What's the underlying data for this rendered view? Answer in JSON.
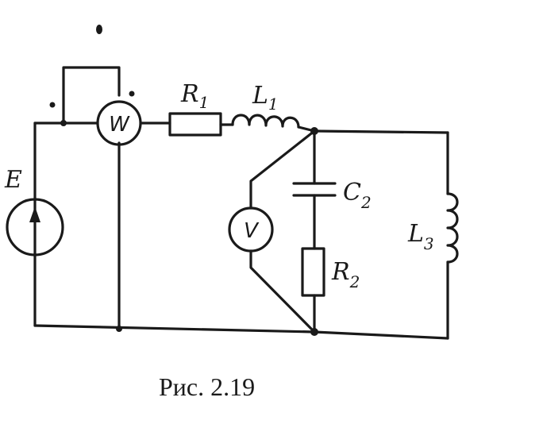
{
  "diagram": {
    "caption": "Рис. 2.19",
    "source": {
      "symbol": "E"
    },
    "wattmeter": {
      "symbol": "W"
    },
    "voltmeter": {
      "symbol": "V"
    },
    "components": {
      "R1": {
        "letter": "R",
        "index": "1"
      },
      "L1": {
        "letter": "L",
        "index": "1"
      },
      "C2": {
        "letter": "C",
        "index": "2"
      },
      "R2": {
        "letter": "R",
        "index": "2"
      },
      "L3": {
        "letter": "L",
        "index": "3"
      }
    }
  }
}
